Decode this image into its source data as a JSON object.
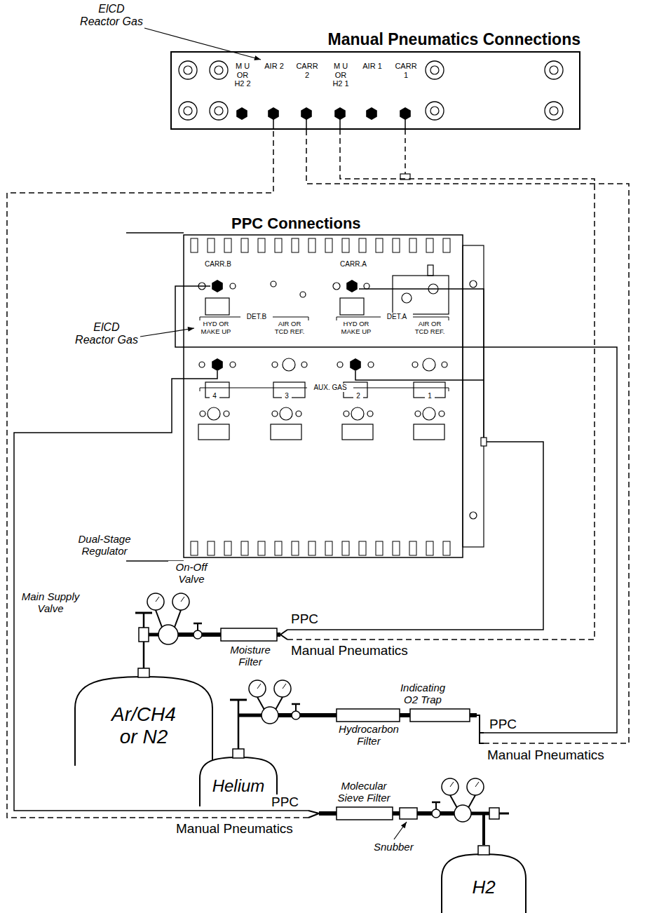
{
  "diagram": {
    "nodes": [
      {
        "text": [
          "Manual Pneumatics Connections"
        ]
      },
      {
        "text": [
          "PPC Connections"
        ]
      },
      {
        "text": [
          "Ar/CH4 or N2"
        ]
      },
      {
        "text": [
          "Helium"
        ]
      },
      {
        "text": [
          "H2"
        ]
      }
    ],
    "edges": [
      {
        "from": 2,
        "to": 1,
        "arrow": "none"
      },
      {
        "from": 2,
        "to": 0,
        "arrow": "none"
      },
      {
        "from": 3,
        "to": 1,
        "arrow": "none"
      },
      {
        "from": 3,
        "to": 0,
        "arrow": "none"
      },
      {
        "from": 4,
        "to": 1,
        "arrow": "none"
      },
      {
        "from": 4,
        "to": 0,
        "arrow": "none"
      }
    ],
    "labels": [
      "ElCD Reactor Gas",
      "M U OR H2 2",
      "AIR 2",
      "CARR 2",
      "M U OR H2 1",
      "AIR 1",
      "CARR 1",
      "CARR.B",
      "CARR.A",
      "ElCD Reactor Gas",
      "DET.B",
      "HYD OR MAKE UP",
      "AIR OR TCD REF.",
      "DET.A",
      "HYD OR MAKE UP",
      "AIR OR TCD REF.",
      "AUX. GAS",
      "4",
      "3",
      "2",
      "1",
      "Dual-Stage Regulator",
      "On-Off Valve",
      "Main Supply Valve",
      "Moisture Filter",
      "PPC",
      "Manual Pneumatics",
      "Indicating O2 Trap",
      "Hydrocarbon Filter",
      "PPC",
      "Manual Pneumatics",
      "Molecular Sieve Filter",
      "Snubber",
      "PPC",
      "Manual Pneumatics"
    ]
  }
}
